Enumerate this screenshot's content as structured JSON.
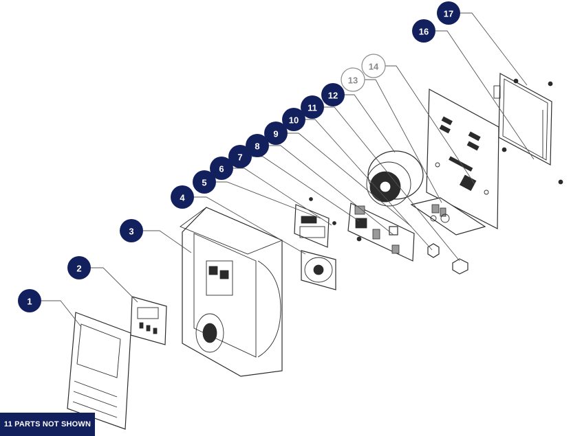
{
  "callouts": [
    {
      "label": "1",
      "style": "filled"
    },
    {
      "label": "2",
      "style": "filled"
    },
    {
      "label": "3",
      "style": "filled"
    },
    {
      "label": "4",
      "style": "filled"
    },
    {
      "label": "5",
      "style": "filled"
    },
    {
      "label": "6",
      "style": "filled"
    },
    {
      "label": "7",
      "style": "filled"
    },
    {
      "label": "8",
      "style": "filled"
    },
    {
      "label": "9",
      "style": "filled"
    },
    {
      "label": "10",
      "style": "filled"
    },
    {
      "label": "11",
      "style": "filled"
    },
    {
      "label": "12",
      "style": "filled"
    },
    {
      "label": "13",
      "style": "outline"
    },
    {
      "label": "14",
      "style": "outline"
    },
    {
      "label": "16",
      "style": "filled"
    },
    {
      "label": "17",
      "style": "filled"
    }
  ],
  "footer": {
    "note": "11 PARTS NOT SHOWN"
  },
  "colors": {
    "callout_fill": "#13205e",
    "callout_outline": "#8a8a8a",
    "line": "#2b2b2b"
  }
}
